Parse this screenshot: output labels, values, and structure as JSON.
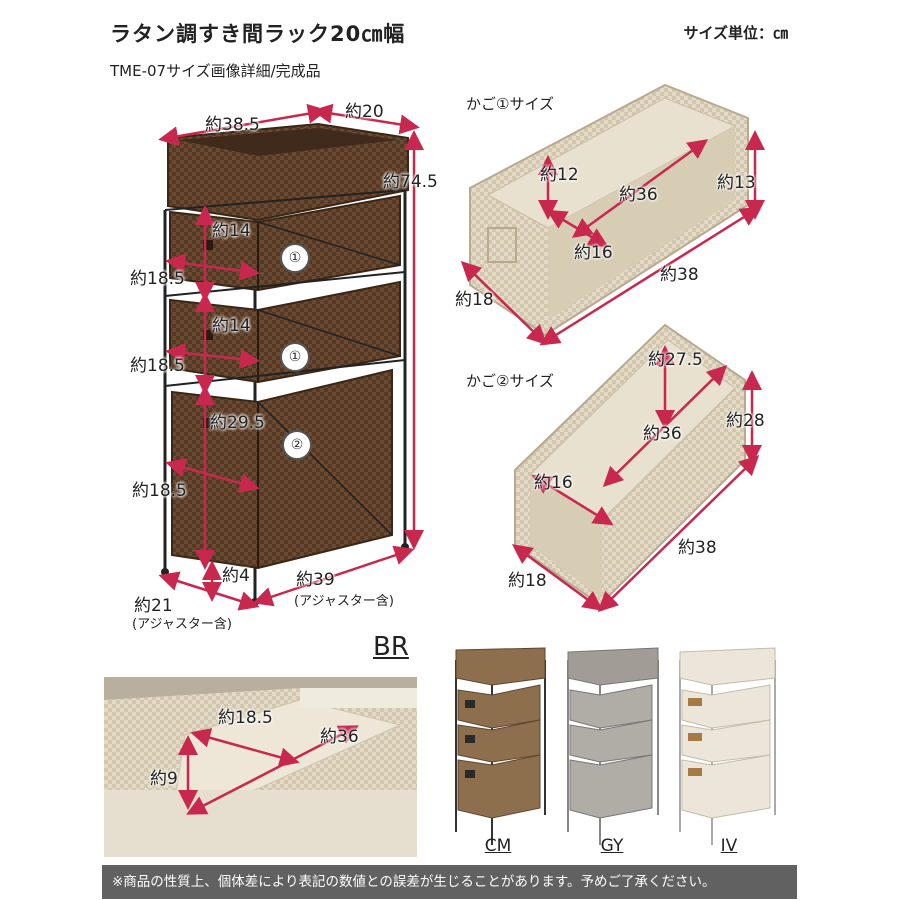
{
  "header": {
    "title": "ラタン調すき間ラック20㎝幅",
    "unit": "サイズ単位：㎝",
    "subtitle": "TME-07サイズ画像詳細/完成品"
  },
  "rack": {
    "width_top": "約38.5",
    "depth_top": "約20",
    "height": "約74.5",
    "drawer1_height": "約14",
    "drawer1_depth": "約18.5",
    "drawer2_height": "約14",
    "drawer2_depth": "約18.5",
    "drawer3_height": "約29.5",
    "drawer3_depth": "約18.5",
    "leg_height": "約4",
    "bottom_width": "約39",
    "bottom_width_note": "(アジャスター含)",
    "bottom_depth": "約21",
    "bottom_depth_note": "(アジャスター含)",
    "badge_1a": "①",
    "badge_1b": "①",
    "badge_2": "②"
  },
  "basket1": {
    "title": "かご①サイズ",
    "inner_height": "約12",
    "inner_length": "約36",
    "height": "約13",
    "inner_width": "約16",
    "length": "約38",
    "width": "約18"
  },
  "basket2": {
    "title": "かご②サイズ",
    "inner_height": "約27.5",
    "inner_length": "約36",
    "height": "約28",
    "inner_width": "約16",
    "length": "約38",
    "width": "約18"
  },
  "top_tray": {
    "inner_width": "約18.5",
    "inner_length": "約36",
    "depth": "約9"
  },
  "color_shown": "BR",
  "variants": [
    {
      "code": "CM",
      "color": "#9a7a55"
    },
    {
      "code": "GY",
      "color": "#a19d96"
    },
    {
      "code": "IV",
      "color": "#e9e2d4"
    }
  ],
  "footer": "※商品の性質上、個体差により表記の数値との誤差が生じることがあります。予めご了承ください。",
  "colors": {
    "brown": "#5c3f2a",
    "natural": "#ddd3bf",
    "arrow": "#c8284d",
    "footer_bg": "#616161"
  }
}
